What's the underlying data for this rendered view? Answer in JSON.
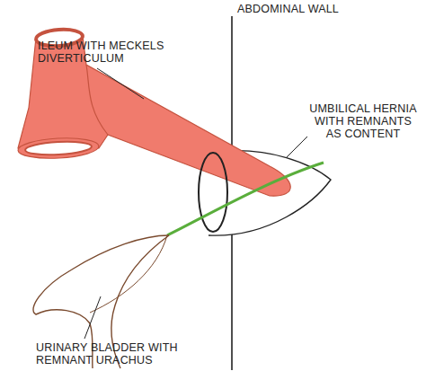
{
  "diagram": {
    "labels": [
      "ABDOMINAL WALL",
      "ILEUM WITH MECKELS DIVERTICULUM",
      "UMBILICAL HERNIA WITH REMNANTS AS CONTENT",
      "URINARY BLADDER WITH REMNANT URACHUS"
    ]
  }
}
